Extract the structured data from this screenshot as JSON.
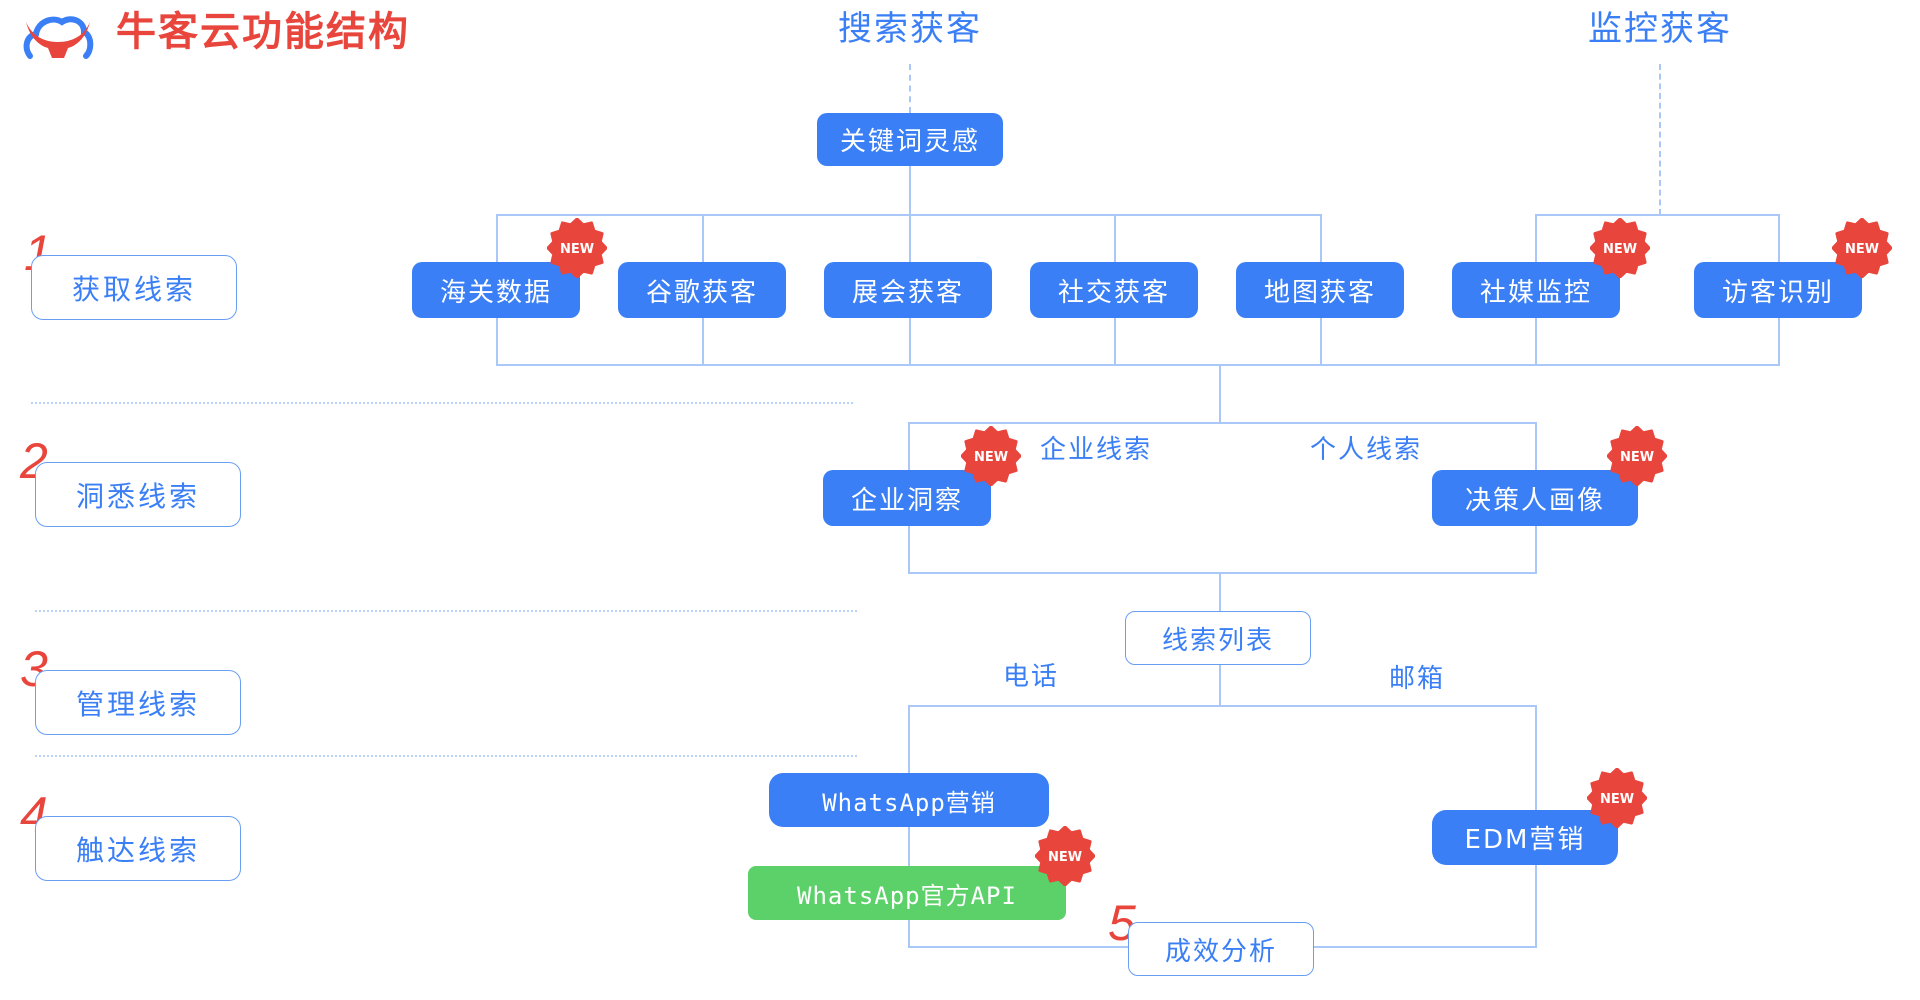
{
  "header": {
    "logo_icon": "bull-cloud-logo-icon",
    "title": "牛客云功能结构"
  },
  "groups": {
    "search": "搜索获客",
    "monitor": "监控获客"
  },
  "stages": [
    {
      "num": "1.",
      "label": "获取线索"
    },
    {
      "num": "2.",
      "label": "洞悉线索"
    },
    {
      "num": "3.",
      "label": "管理线索"
    },
    {
      "num": "4.",
      "label": "触达线索"
    },
    {
      "num": "5.",
      "label": "成效分析"
    }
  ],
  "nodes": {
    "keyword": "关键词灵感",
    "acquire": [
      {
        "label": "海关数据",
        "new": true
      },
      {
        "label": "谷歌获客",
        "new": false
      },
      {
        "label": "展会获客",
        "new": false
      },
      {
        "label": "社交获客",
        "new": false
      },
      {
        "label": "地图获客",
        "new": false
      },
      {
        "label": "社媒监控",
        "new": true
      },
      {
        "label": "访客识别",
        "new": true
      }
    ],
    "insight": [
      {
        "label": "企业洞察",
        "new": true
      },
      {
        "label": "决策人画像",
        "new": true
      }
    ],
    "lead_list": "线索列表",
    "reach": [
      {
        "label": "WhatsApp营销",
        "new": false
      },
      {
        "label": "WhatsApp官方API",
        "new": true
      },
      {
        "label": "EDM营销",
        "new": true
      }
    ],
    "analysis": "成效分析"
  },
  "edge_labels": {
    "company_leads": "企业线索",
    "personal_leads": "个人线索",
    "phone": "电话",
    "email": "邮箱"
  },
  "badge_text": "NEW",
  "colors": {
    "primary": "#3a7ff5",
    "accent_red": "#e8453c",
    "green": "#5cd16a",
    "line": "#aac8f7"
  }
}
